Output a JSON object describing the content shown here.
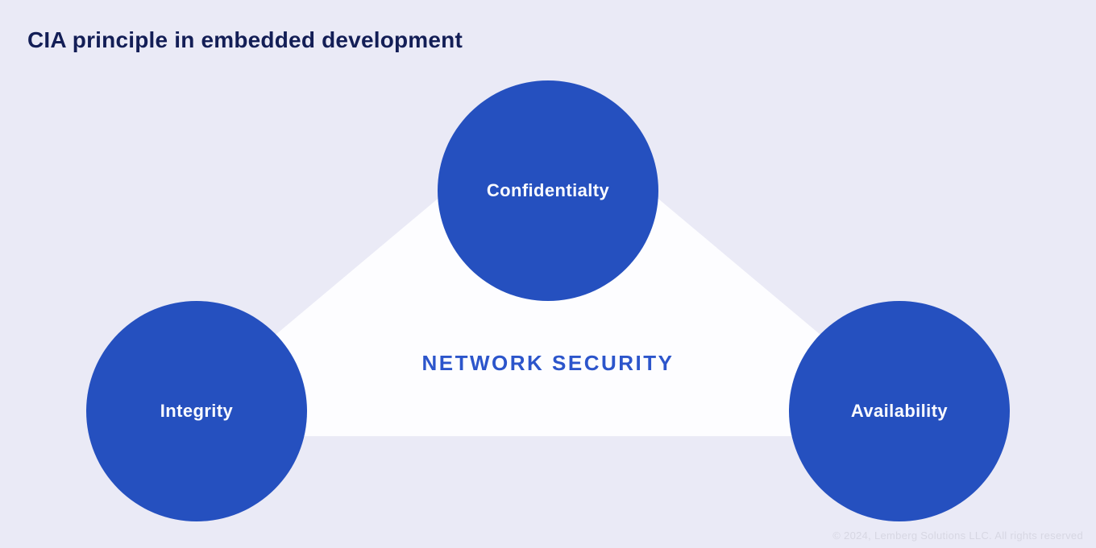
{
  "title": "CIA principle in embedded development",
  "diagram": {
    "center_label": "NETWORK SECURITY",
    "nodes": [
      {
        "id": "confidentiality",
        "label": "Confidentialty"
      },
      {
        "id": "integrity",
        "label": "Integrity"
      },
      {
        "id": "availability",
        "label": "Availability"
      }
    ]
  },
  "footer": {
    "copyright": "© 2024, Lemberg Solutions LLC. All rights reserved"
  },
  "colors": {
    "background": "#eaeaf6",
    "circle_blue": "#2550bf",
    "triangle_white": "#fdfdff",
    "title_navy": "#131e56",
    "center_label_blue": "#2c55cb",
    "copyright_gray": "#d7d7e3"
  }
}
